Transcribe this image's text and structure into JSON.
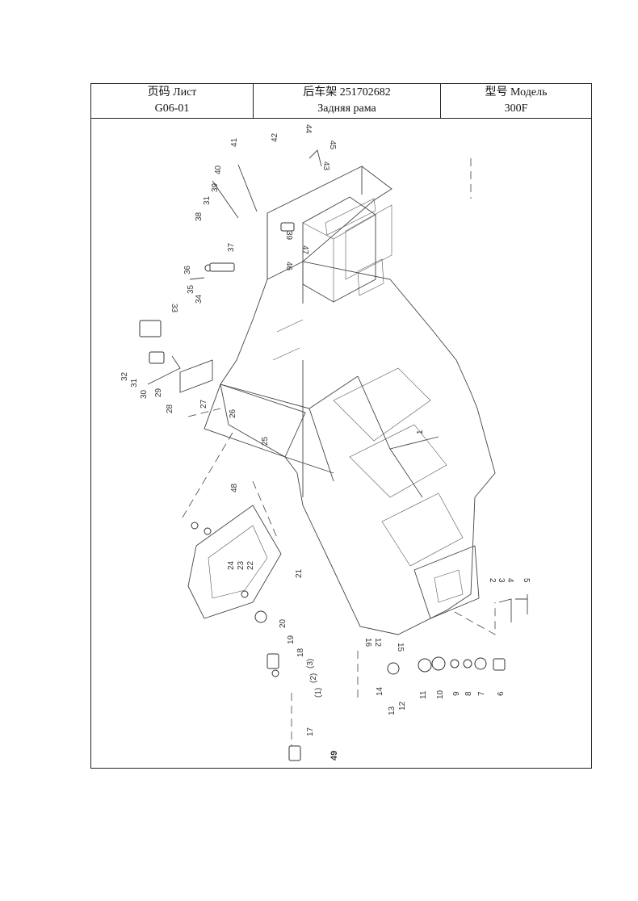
{
  "header": {
    "page_label": "页码 Лист",
    "page_value": "G06-01",
    "title_label": "后车架 251702682",
    "title_value": "Задняя рама",
    "model_label": "型号    Модель",
    "model_value": "300F"
  },
  "callouts": [
    "1",
    "2",
    "3",
    "4",
    "5",
    "6",
    "7",
    "8",
    "9",
    "10",
    "11",
    "12",
    "13",
    "14",
    "15",
    "16",
    "12",
    "17",
    "(1)",
    "(2)",
    "(3)",
    "18",
    "19",
    "20",
    "21",
    "22",
    "23",
    "24",
    "25",
    "26",
    "27",
    "28",
    "29",
    "30",
    "31",
    "32",
    "33",
    "34",
    "35",
    "36",
    "37",
    "38",
    "31",
    "39",
    "40",
    "41",
    "42",
    "43",
    "44",
    "45",
    "46",
    "39",
    "47",
    "48",
    "49"
  ]
}
